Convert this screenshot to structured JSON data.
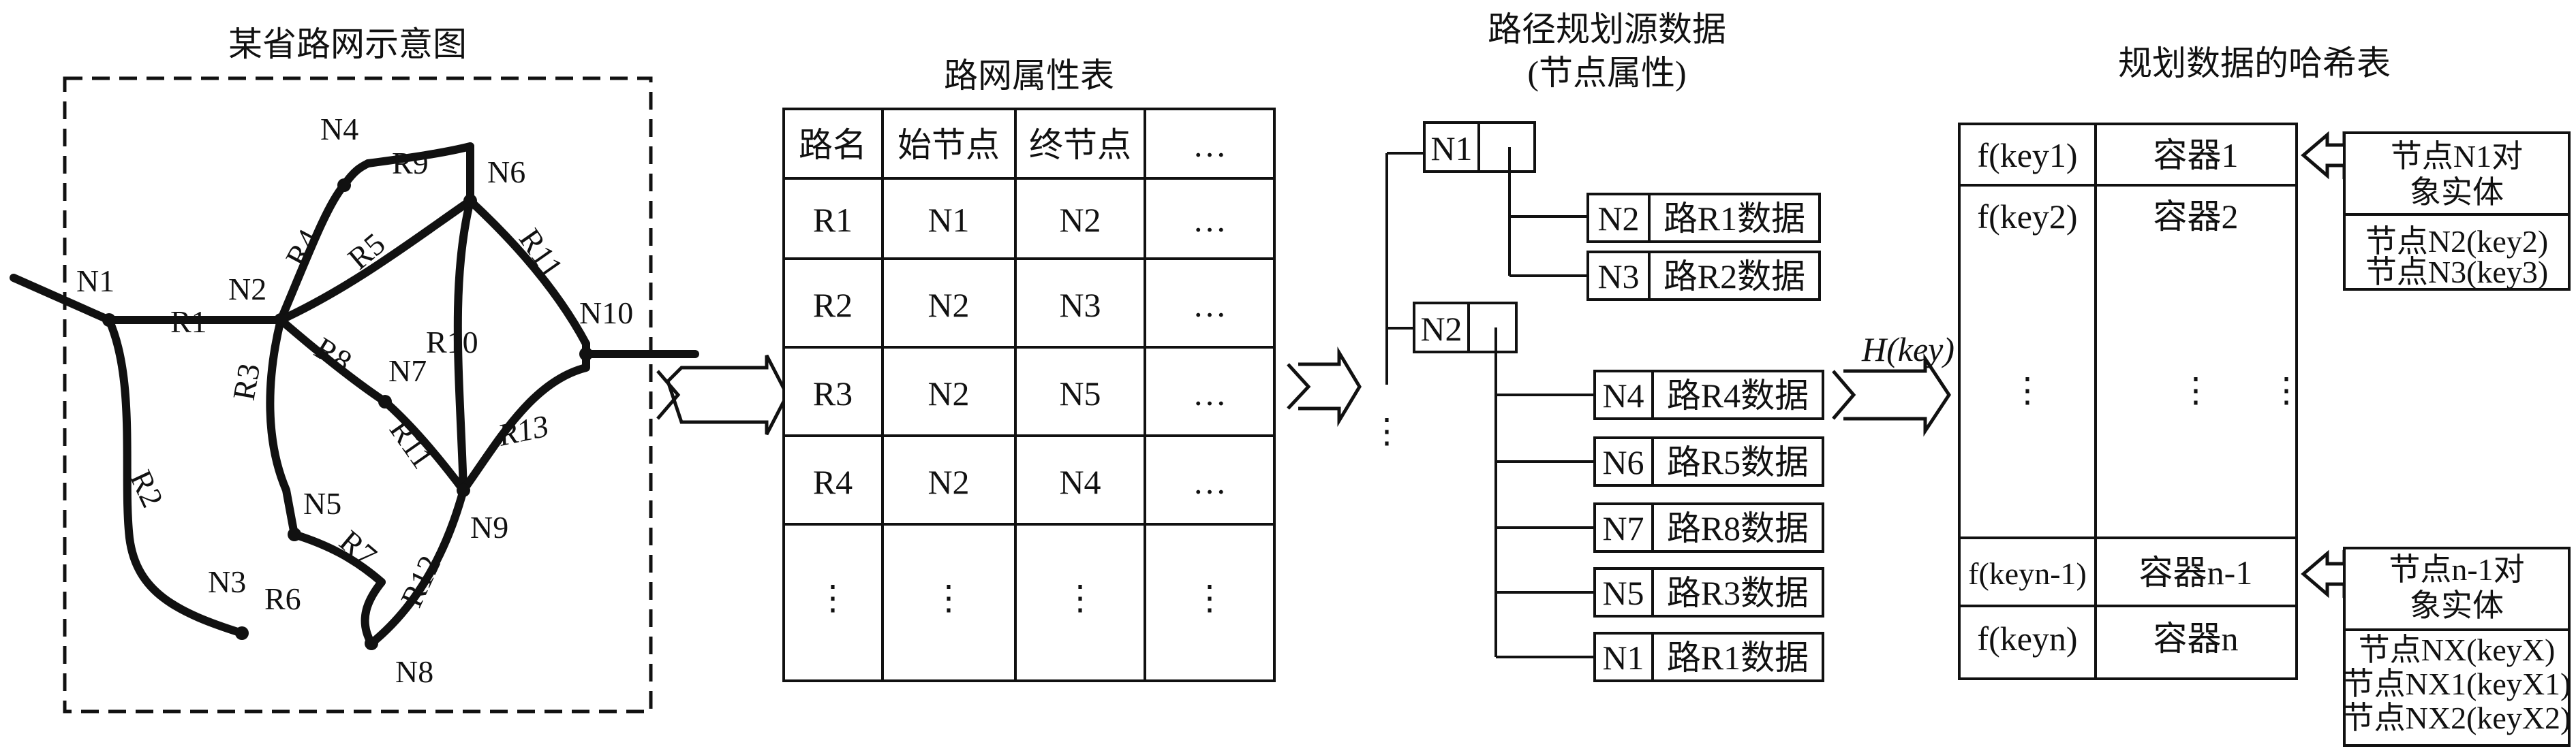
{
  "titles": {
    "network": "某省路网示意图",
    "attr_table": "路网属性表",
    "source_line1": "路径规划源数据",
    "source_line2": "(节点属性)",
    "hash_table": "规划数据的哈希表"
  },
  "map_labels": {
    "N1": "N1",
    "N2": "N2",
    "N3": "N3",
    "N4": "N4",
    "N5": "N5",
    "N6": "N6",
    "N7": "N7",
    "N8": "N8",
    "N9": "N9",
    "N10": "N10",
    "R1": "R1",
    "R2": "R2",
    "R3": "R3",
    "R4": "R4",
    "R5": "R5",
    "R6": "R6",
    "R7": "R7",
    "R8": "R8",
    "R9": "R9",
    "R10": "R10",
    "R11a": "R11",
    "R11b": "R11",
    "R12": "R12",
    "R13": "R13"
  },
  "attr_table": {
    "headers": [
      "路名",
      "始节点",
      "终节点",
      "…"
    ],
    "rows": [
      [
        "R1",
        "N1",
        "N2",
        "…"
      ],
      [
        "R2",
        "N2",
        "N3",
        "…"
      ],
      [
        "R3",
        "N2",
        "N5",
        "…"
      ],
      [
        "R4",
        "N2",
        "N4",
        "…"
      ],
      [
        "⋮",
        "⋮",
        "⋮",
        "⋮"
      ]
    ]
  },
  "source": {
    "nodes": [
      {
        "id": "N1",
        "children": [
          [
            "N2",
            "路R1数据"
          ],
          [
            "N3",
            "路R2数据"
          ]
        ]
      },
      {
        "id": "N2",
        "children": [
          [
            "N4",
            "路R4数据"
          ],
          [
            "N6",
            "路R5数据"
          ],
          [
            "N7",
            "路R8数据"
          ],
          [
            "N5",
            "路R3数据"
          ],
          [
            "N1",
            "路R1数据"
          ]
        ]
      }
    ],
    "ellipsis": "⋮"
  },
  "hash_label": "H(key)",
  "hash_table": {
    "rows": [
      [
        "f(key1)",
        "容器1"
      ],
      [
        "f(key2)",
        "容器2"
      ],
      [
        "⋮",
        "⋮"
      ],
      [
        "f(keyn-1)",
        "容器n-1"
      ],
      [
        "f(keyn)",
        "容器n"
      ]
    ],
    "side_ellipsis": "⋮"
  },
  "entities": {
    "first": {
      "title1": "节点N1对",
      "title2": "象实体",
      "items": [
        "节点N2(key2)",
        "节点N3(key3)"
      ]
    },
    "second": {
      "title1": "节点n-1对",
      "title2": "象实体",
      "items": [
        "节点NX(keyX)",
        "节点NX1(keyX1)",
        "节点NX2(keyX2)"
      ]
    }
  }
}
